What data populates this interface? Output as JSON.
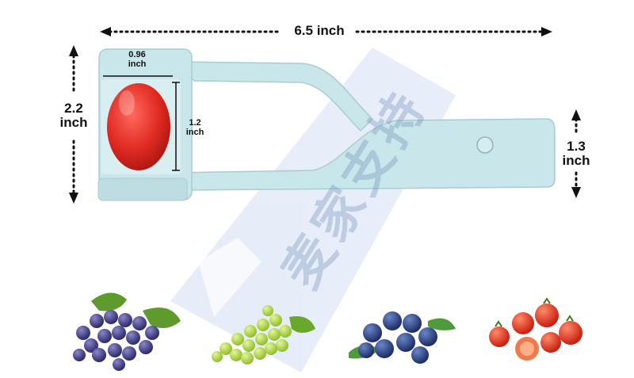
{
  "dimensions": {
    "length": "6.5 inch",
    "height_value": "2.2",
    "height_unit": "inch",
    "end_height_value": "1.3",
    "end_height_unit": "inch",
    "cup_width_value": "0.96",
    "cup_width_unit": "inch",
    "cup_height_value": "1.2",
    "cup_height_unit": "inch"
  },
  "watermark": {
    "text": "麦家支持"
  },
  "fruits": [
    "purple-grapes",
    "green-grapes",
    "blueberries",
    "cherry-tomatoes"
  ],
  "colors": {
    "slicer_body": "#c9e6ea",
    "slicer_edge": "#a9ccd2",
    "tomato": "#e8342e",
    "watermark": "#aac4e6"
  }
}
